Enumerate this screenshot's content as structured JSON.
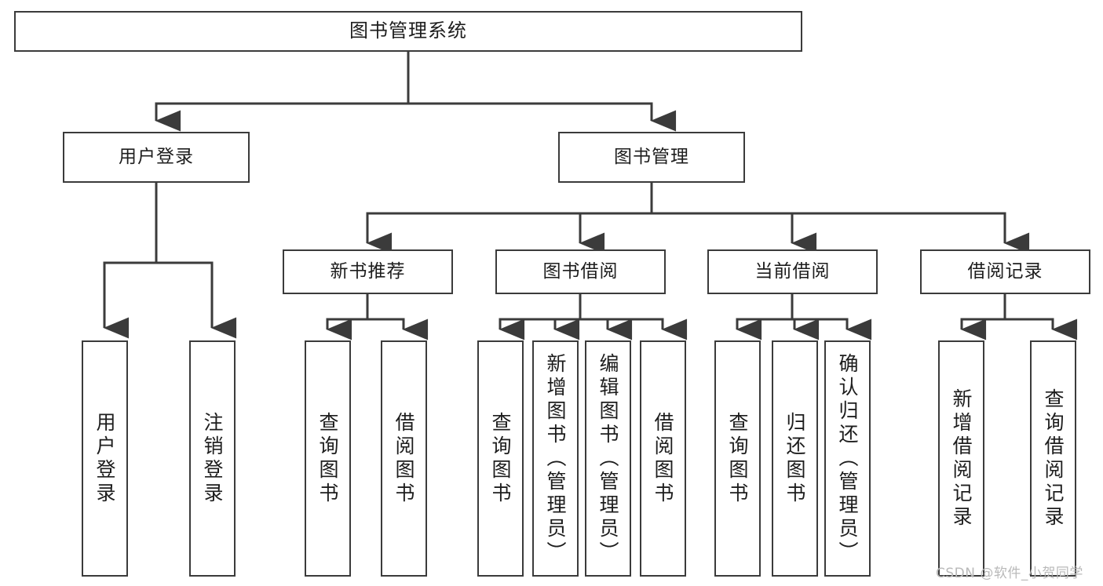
{
  "diagram": {
    "title": "图书管理系统",
    "stroke_color": "#3b3b3b",
    "text_color": "#1d1d1d",
    "background": "#ffffff",
    "root": {
      "label": "图书管理系统"
    },
    "level2": [
      {
        "id": "user-login",
        "label": "用户登录"
      },
      {
        "id": "book-manage",
        "label": "图书管理"
      }
    ],
    "level3": [
      {
        "id": "new-book-recommend",
        "label": "新书推荐"
      },
      {
        "id": "book-borrow",
        "label": "图书借阅"
      },
      {
        "id": "current-borrow",
        "label": "当前借阅"
      },
      {
        "id": "borrow-record",
        "label": "借阅记录"
      }
    ],
    "leaves": [
      {
        "id": "leaf-user-login",
        "label": "用户登录",
        "parent": "user-login"
      },
      {
        "id": "leaf-user-logout",
        "label": "注销登录",
        "parent": "user-login"
      },
      {
        "id": "leaf-query-book-1",
        "label": "查询图书",
        "parent": "new-book-recommend"
      },
      {
        "id": "leaf-borrow-book-1",
        "label": "借阅图书",
        "parent": "new-book-recommend"
      },
      {
        "id": "leaf-query-book-2",
        "label": "查询图书",
        "parent": "book-borrow"
      },
      {
        "id": "leaf-add-book",
        "label": "新增图书（管理员）",
        "parent": "book-borrow"
      },
      {
        "id": "leaf-edit-book",
        "label": "编辑图书（管理员）",
        "parent": "book-borrow"
      },
      {
        "id": "leaf-borrow-book-2",
        "label": "借阅图书",
        "parent": "book-borrow"
      },
      {
        "id": "leaf-query-book-3",
        "label": "查询图书",
        "parent": "current-borrow"
      },
      {
        "id": "leaf-return-book",
        "label": "归还图书",
        "parent": "current-borrow"
      },
      {
        "id": "leaf-confirm-return",
        "label": "确认归还（管理员）",
        "parent": "current-borrow"
      },
      {
        "id": "leaf-add-record",
        "label": "新增借阅记录",
        "parent": "borrow-record"
      },
      {
        "id": "leaf-query-record",
        "label": "查询借阅记录",
        "parent": "borrow-record"
      }
    ]
  },
  "watermark": {
    "text": "CSDN @软件_小贺同学"
  }
}
